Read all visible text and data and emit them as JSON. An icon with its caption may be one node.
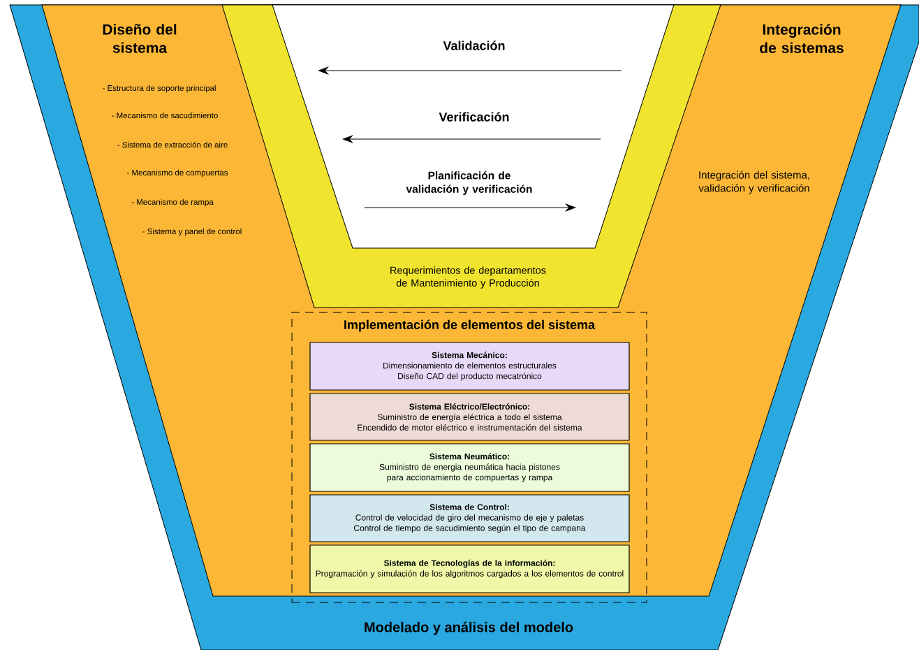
{
  "diagram": {
    "nodes": [
      {
        "text": [
          "Modelado y análisis del modelo"
        ]
      },
      {
        "text": [
          "Diseño del sistema",
          "- Estructura de soporte principal",
          "- Mecanismo de sacudimiento",
          "- Sistema de extracción de aire",
          "- Mecanismo de compuertas",
          "- Mecanismo de rampa",
          "- Sistema y panel de control",
          "Integración de sistemas",
          "Integración del sistema, validación y verificación"
        ],
        "in": 0
      },
      {
        "text": [
          "Requerimientos de departamentos de Mantenimiento y Producción"
        ],
        "in": 1
      },
      {
        "text": [
          "Implementación de elementos del sistema"
        ],
        "in": 1
      },
      {
        "text": [
          "Sistema Mecánico:",
          "Dimensionamiento de elementos estructurales",
          "Diseño CAD del producto mecatrónico"
        ],
        "in": 3
      },
      {
        "text": [
          "Sistema Eléctrico/Electrónico:",
          "Suministro de energía eléctrica a todo el sistema",
          "Encendido de motor eléctrico e instrumentación del sistema"
        ],
        "in": 3
      },
      {
        "text": [
          "Sistema Neumático:",
          "Suministro de energia neumática hacia pistones para accionamiento de compuertas y rampa"
        ],
        "in": 3
      },
      {
        "text": [
          "Sistema de Control:",
          "Control de velocidad de giro del mecanismo de eje y paletas",
          "Control de tiempo de sacudimiento según el tipo de campana"
        ],
        "in": 3
      },
      {
        "text": [
          "Sistema de Tecnologías de la información:",
          "Programación y simulación de los algoritmos cargados a los elementos de control"
        ],
        "in": 3
      }
    ],
    "labels": [
      "Validación",
      "Verificación",
      "Planificación de validación y verificación"
    ]
  }
}
